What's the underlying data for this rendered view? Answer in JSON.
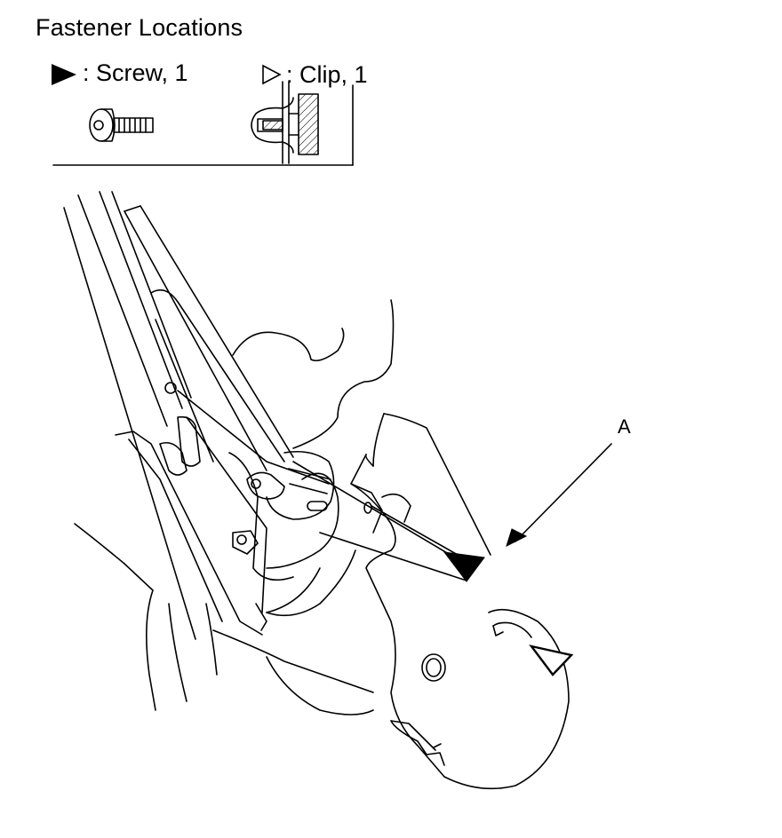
{
  "title": "Fastener Locations",
  "legend": {
    "screw_label": ": Screw, 1",
    "clip_label": ": Clip, 1"
  },
  "callout": "A",
  "colors": {
    "ink": "#000000",
    "background": "#ffffff"
  },
  "icons": [
    "screw-marker-icon",
    "clip-marker-icon",
    "screw-illustration",
    "clip-illustration"
  ]
}
